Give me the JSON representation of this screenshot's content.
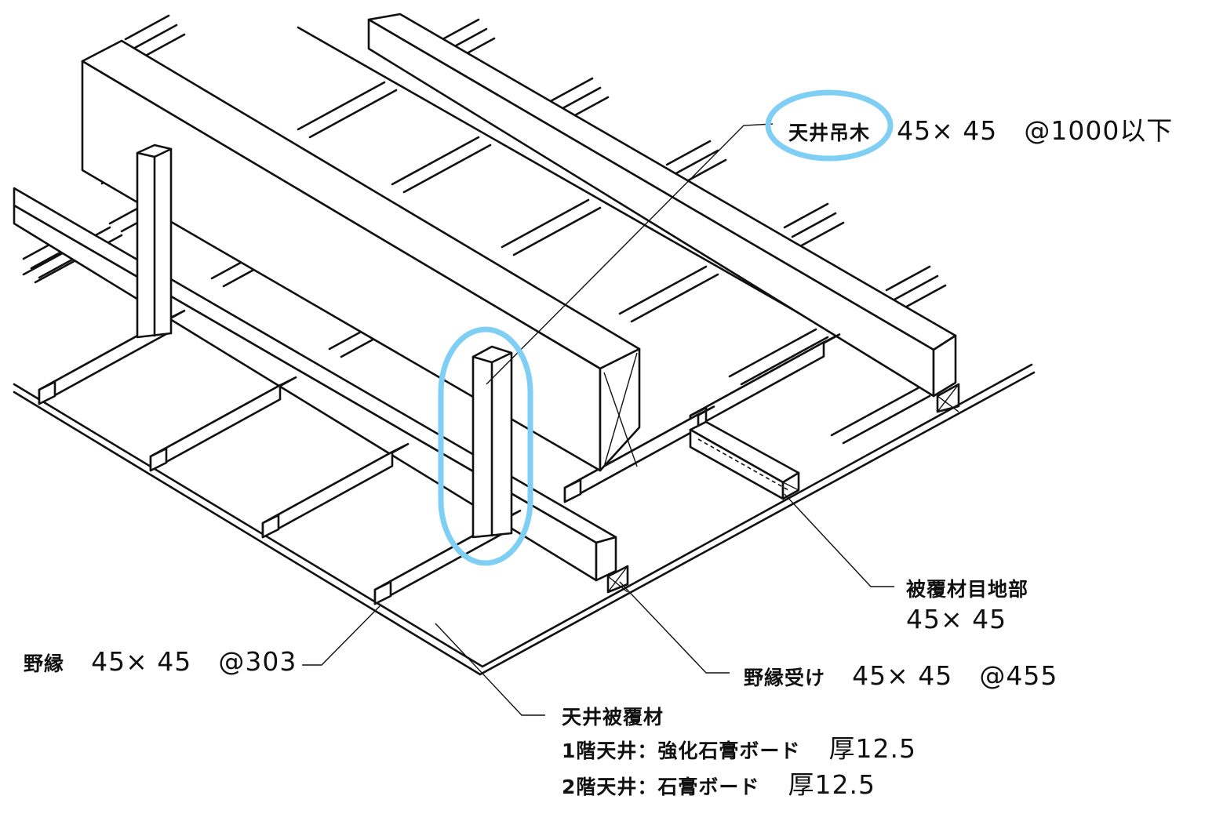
{
  "labels": {
    "hanger": {
      "name": "天井吊木",
      "size": "45× 45",
      "spacing": "@1000以下"
    },
    "joint": {
      "name": "被覆材目地部",
      "size": "45× 45"
    },
    "nobuchi": {
      "name": "野縁",
      "size": "45× 45",
      "spacing": "@303"
    },
    "nobuchi_uke": {
      "name": "野縁受け",
      "size": "45× 45",
      "spacing": "@455"
    },
    "covering": {
      "name": "天井被覆材",
      "floor1": "1階天井：強化石膏ボード",
      "floor1_thickness": "厚12.5",
      "floor2": "2階天井：石膏ボード",
      "floor2_thickness": "厚12.5"
    }
  },
  "colors": {
    "highlight": "#7fcff5",
    "line": "#111111"
  }
}
